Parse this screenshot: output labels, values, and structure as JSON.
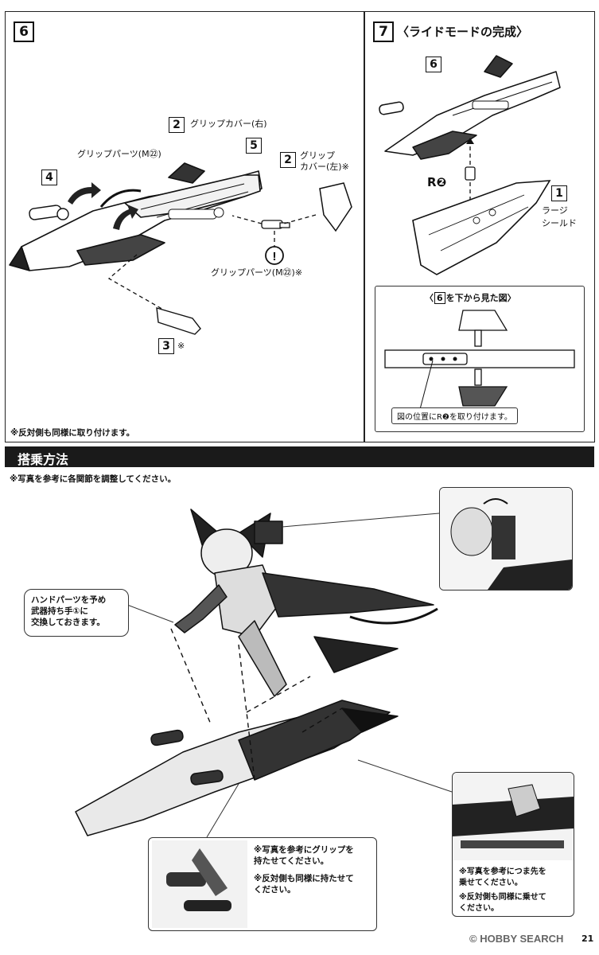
{
  "step6": {
    "number": "6",
    "part_labels": {
      "p2": "2",
      "p2_text": "グリップカバー(右)",
      "p2b": "2",
      "p2b_text": "グリップ\nカバー(左)※",
      "p4": "4",
      "p5": "5",
      "p3": "3",
      "p3_mark": "※",
      "grip_parts_top": "グリップパーツ(M㉒)",
      "grip_parts_bottom": "グリップパーツ(M㉒)※",
      "caution": "!"
    },
    "footnote": "※反対側も同様に取り付けます。"
  },
  "step7": {
    "number": "7",
    "title": "〈ライドモードの完成〉",
    "p6": "6",
    "p1": "1",
    "p1_text": "ラージ\nシールド",
    "r2_label": "R❷",
    "subview": {
      "title_prefix": "〈",
      "title_num": "6",
      "title_suffix": "を下から見た図〉",
      "note": "図の位置にR❷を取り付けます。"
    }
  },
  "ride": {
    "header": "搭乗方法",
    "intro": "※写真を参考に各関節を調整してください。",
    "hand_note": "ハンドパーツを予め\n武器持ち手①に\n交換しておきます。",
    "grip_note_1": "※写真を参考にグリップを\n持たせてください。",
    "grip_note_2": "※反対側も同様に持たせて\nください。",
    "toe_note_1": "※写真を参考につま先を\n乗せてください。",
    "toe_note_2": "※反対側も同様に乗せて\nください。"
  },
  "watermark": {
    "text": "© HOBBY SEARCH",
    "page": "21"
  }
}
